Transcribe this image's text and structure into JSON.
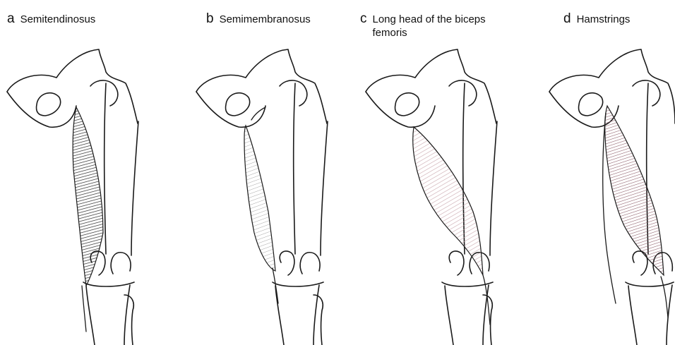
{
  "panels": [
    {
      "letter": "a",
      "name": "Semitendinosus"
    },
    {
      "letter": "b",
      "name": "Semimembranosus"
    },
    {
      "letter": "c",
      "name": "Long head of the biceps femoris"
    },
    {
      "letter": "d",
      "name": "Hamstrings"
    }
  ],
  "colors": {
    "line": "#1a1a1a",
    "semitendinosus_shade": "#3a3a3a",
    "semimembranosus_shade": "#9a9a9a",
    "biceps_femoris_shade": "#c9a6ad",
    "hamstrings_shade": "#8a5a66"
  }
}
